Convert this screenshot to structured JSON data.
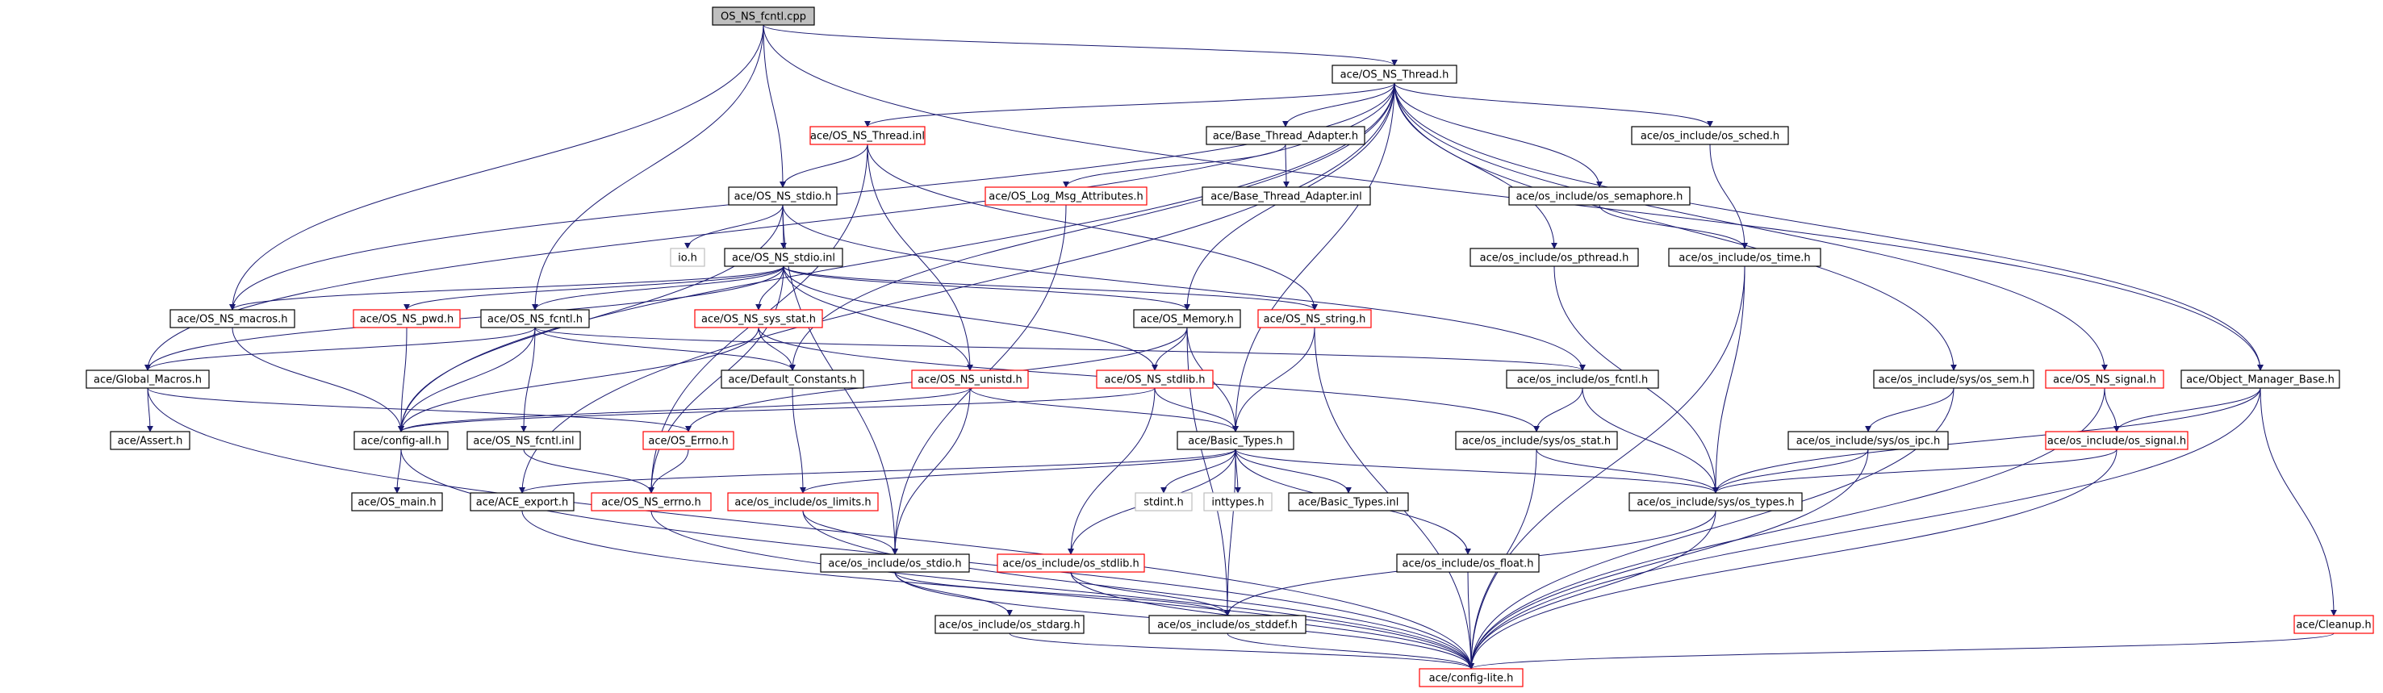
{
  "title": "OS_NS_fcntl.cpp",
  "colors": {
    "edge": "#191970",
    "node_border": "#000000",
    "node_border_unresolved": "#ff0000",
    "node_border_system": "#bfbfbf",
    "root_fill": "#bfbfbf"
  },
  "nodes": [
    {
      "id": "root",
      "label": "OS_NS_fcntl.cpp",
      "kind": "root"
    },
    {
      "id": "osnsthread_h",
      "label": "ace/OS_NS_Thread.h",
      "kind": "normal"
    },
    {
      "id": "osnsthread_inl",
      "label": "ace/OS_NS_Thread.inl",
      "kind": "red"
    },
    {
      "id": "basethreadadapter_h",
      "label": "ace/Base_Thread_Adapter.h",
      "kind": "normal"
    },
    {
      "id": "ossched_h",
      "label": "ace/os_include/os_sched.h",
      "kind": "normal"
    },
    {
      "id": "oslogmsg_h",
      "label": "ace/OS_Log_Msg_Attributes.h",
      "kind": "red"
    },
    {
      "id": "basethreadadapter_inl",
      "label": "ace/Base_Thread_Adapter.inl",
      "kind": "normal"
    },
    {
      "id": "ossemaphore_h",
      "label": "ace/os_include/os_semaphore.h",
      "kind": "normal"
    },
    {
      "id": "osnsstdio_h",
      "label": "ace/OS_NS_stdio.h",
      "kind": "normal"
    },
    {
      "id": "io_h",
      "label": "io.h",
      "kind": "gray"
    },
    {
      "id": "osnsstdio_inl",
      "label": "ace/OS_NS_stdio.inl",
      "kind": "normal"
    },
    {
      "id": "ospthread_h",
      "label": "ace/os_include/os_pthread.h",
      "kind": "normal"
    },
    {
      "id": "ostime_h",
      "label": "ace/os_include/os_time.h",
      "kind": "normal"
    },
    {
      "id": "osnsmacros_h",
      "label": "ace/OS_NS_macros.h",
      "kind": "normal"
    },
    {
      "id": "osnspwd_h",
      "label": "ace/OS_NS_pwd.h",
      "kind": "red"
    },
    {
      "id": "osnsfcntl_h",
      "label": "ace/OS_NS_fcntl.h",
      "kind": "normal"
    },
    {
      "id": "osnssysstat_h",
      "label": "ace/OS_NS_sys_stat.h",
      "kind": "red"
    },
    {
      "id": "osmemory_h",
      "label": "ace/OS_Memory.h",
      "kind": "normal"
    },
    {
      "id": "osnsstring_h",
      "label": "ace/OS_NS_string.h",
      "kind": "red"
    },
    {
      "id": "globalmacros_h",
      "label": "ace/Global_Macros.h",
      "kind": "normal"
    },
    {
      "id": "defaultconstants_h",
      "label": "ace/Default_Constants.h",
      "kind": "normal"
    },
    {
      "id": "osnsunistd_h",
      "label": "ace/OS_NS_unistd.h",
      "kind": "red"
    },
    {
      "id": "osnsstdlib_h",
      "label": "ace/OS_NS_stdlib.h",
      "kind": "red"
    },
    {
      "id": "osfcntl_h",
      "label": "ace/os_include/os_fcntl.h",
      "kind": "normal"
    },
    {
      "id": "ossem_h",
      "label": "ace/os_include/sys/os_sem.h",
      "kind": "normal"
    },
    {
      "id": "osnssignal_h",
      "label": "ace/OS_NS_signal.h",
      "kind": "red"
    },
    {
      "id": "objmgrbase_h",
      "label": "ace/Object_Manager_Base.h",
      "kind": "normal"
    },
    {
      "id": "assert_h",
      "label": "ace/Assert.h",
      "kind": "normal"
    },
    {
      "id": "configall_h",
      "label": "ace/config-all.h",
      "kind": "normal"
    },
    {
      "id": "osnsfcntl_inl",
      "label": "ace/OS_NS_fcntl.inl",
      "kind": "normal"
    },
    {
      "id": "oserrno_h",
      "label": "ace/OS_Errno.h",
      "kind": "red"
    },
    {
      "id": "basictypes_h",
      "label": "ace/Basic_Types.h",
      "kind": "normal"
    },
    {
      "id": "sysstat_h",
      "label": "ace/os_include/sys/os_stat.h",
      "kind": "normal"
    },
    {
      "id": "sysipc_h",
      "label": "ace/os_include/sys/os_ipc.h",
      "kind": "normal"
    },
    {
      "id": "ossignal_h",
      "label": "ace/os_include/os_signal.h",
      "kind": "red"
    },
    {
      "id": "osmain_h",
      "label": "ace/OS_main.h",
      "kind": "normal"
    },
    {
      "id": "aceexport_h",
      "label": "ace/ACE_export.h",
      "kind": "normal"
    },
    {
      "id": "osnserrno_h",
      "label": "ace/OS_NS_errno.h",
      "kind": "red"
    },
    {
      "id": "oslimits_h",
      "label": "ace/os_include/os_limits.h",
      "kind": "red"
    },
    {
      "id": "stdint_h",
      "label": "stdint.h",
      "kind": "gray"
    },
    {
      "id": "inttypes_h",
      "label": "inttypes.h",
      "kind": "gray"
    },
    {
      "id": "basictypes_inl",
      "label": "ace/Basic_Types.inl",
      "kind": "normal"
    },
    {
      "id": "systypes_h",
      "label": "ace/os_include/sys/os_types.h",
      "kind": "normal"
    },
    {
      "id": "osstdio_h",
      "label": "ace/os_include/os_stdio.h",
      "kind": "normal"
    },
    {
      "id": "osstdlib_h",
      "label": "ace/os_include/os_stdlib.h",
      "kind": "red"
    },
    {
      "id": "osfloat_h",
      "label": "ace/os_include/os_float.h",
      "kind": "normal"
    },
    {
      "id": "osstdarg_h",
      "label": "ace/os_include/os_stdarg.h",
      "kind": "normal"
    },
    {
      "id": "osstddef_h",
      "label": "ace/os_include/os_stddef.h",
      "kind": "normal"
    },
    {
      "id": "cleanup_h",
      "label": "ace/Cleanup.h",
      "kind": "red"
    },
    {
      "id": "configlite_h",
      "label": "ace/config-lite.h",
      "kind": "red"
    }
  ],
  "edges": [
    [
      "root",
      "osnsthread_h"
    ],
    [
      "root",
      "osnsstdio_h"
    ],
    [
      "root",
      "osnsmacros_h"
    ],
    [
      "root",
      "osnsfcntl_h"
    ],
    [
      "root",
      "objmgrbase_h"
    ],
    [
      "osnsthread_h",
      "osnsthread_inl"
    ],
    [
      "osnsthread_h",
      "basethreadadapter_h"
    ],
    [
      "osnsthread_h",
      "ossched_h"
    ],
    [
      "osnsthread_h",
      "ossemaphore_h"
    ],
    [
      "osnsthread_h",
      "ospthread_h"
    ],
    [
      "osnsthread_h",
      "osmemory_h"
    ],
    [
      "osnsthread_h",
      "defaultconstants_h"
    ],
    [
      "osnsthread_h",
      "ossem_h"
    ],
    [
      "osnsthread_h",
      "osnssignal_h"
    ],
    [
      "osnsthread_h",
      "objmgrbase_h"
    ],
    [
      "osnsthread_h",
      "globalmacros_h"
    ],
    [
      "osnsthread_h",
      "configall_h"
    ],
    [
      "osnsthread_h",
      "basictypes_h"
    ],
    [
      "osnsthread_h",
      "aceexport_h"
    ],
    [
      "osnsthread_h",
      "osnsmacros_h"
    ],
    [
      "osnsthread_inl",
      "osnsstdio_h"
    ],
    [
      "osnsthread_inl",
      "osnsstring_h"
    ],
    [
      "osnsthread_inl",
      "osnsunistd_h"
    ],
    [
      "osnsthread_inl",
      "osnserrno_h"
    ],
    [
      "basethreadadapter_h",
      "oslogmsg_h"
    ],
    [
      "basethreadadapter_h",
      "basethreadadapter_inl"
    ],
    [
      "ossched_h",
      "ostime_h"
    ],
    [
      "ossemaphore_h",
      "ostime_h"
    ],
    [
      "ospthread_h",
      "systypes_h"
    ],
    [
      "ostime_h",
      "systypes_h"
    ],
    [
      "ostime_h",
      "configlite_h"
    ],
    [
      "oslogmsg_h",
      "osstdio_h"
    ],
    [
      "osnsstdio_h",
      "io_h"
    ],
    [
      "osnsstdio_h",
      "osnsstdio_inl"
    ],
    [
      "osnsstdio_h",
      "configall_h"
    ],
    [
      "osnsstdio_h",
      "osstdio_h"
    ],
    [
      "osnsstdio_h",
      "osfcntl_h"
    ],
    [
      "osnsstdio_inl",
      "osnsmacros_h"
    ],
    [
      "osnsstdio_inl",
      "osnspwd_h"
    ],
    [
      "osnsstdio_inl",
      "osnsfcntl_h"
    ],
    [
      "osnsstdio_inl",
      "osnssysstat_h"
    ],
    [
      "osnsstdio_inl",
      "osmemory_h"
    ],
    [
      "osnsstdio_inl",
      "osnsstring_h"
    ],
    [
      "osnsstdio_inl",
      "osnsunistd_h"
    ],
    [
      "osnsstdio_inl",
      "osnsstdlib_h"
    ],
    [
      "osnsstdio_inl",
      "osnserrno_h"
    ],
    [
      "osnsstdio_inl",
      "globalmacros_h"
    ],
    [
      "osnsmacros_h",
      "configall_h"
    ],
    [
      "osnspwd_h",
      "configall_h"
    ],
    [
      "osnsfcntl_h",
      "configall_h"
    ],
    [
      "osnsfcntl_h",
      "osnsfcntl_inl"
    ],
    [
      "osnsfcntl_h",
      "osfcntl_h"
    ],
    [
      "osnsfcntl_h",
      "defaultconstants_h"
    ],
    [
      "osnsfcntl_h",
      "globalmacros_h"
    ],
    [
      "osnssysstat_h",
      "defaultconstants_h"
    ],
    [
      "osnssysstat_h",
      "sysstat_h"
    ],
    [
      "osnssysstat_h",
      "configall_h"
    ],
    [
      "osmemory_h",
      "basictypes_h"
    ],
    [
      "osmemory_h",
      "osnsstdlib_h"
    ],
    [
      "osmemory_h",
      "oserrno_h"
    ],
    [
      "osmemory_h",
      "osstddef_h"
    ],
    [
      "osnsstring_h",
      "basictypes_h"
    ],
    [
      "osnsstring_h",
      "configlite_h"
    ],
    [
      "globalmacros_h",
      "assert_h"
    ],
    [
      "globalmacros_h",
      "oserrno_h"
    ],
    [
      "globalmacros_h",
      "configlite_h"
    ],
    [
      "defaultconstants_h",
      "oslimits_h"
    ],
    [
      "osnsunistd_h",
      "configall_h"
    ],
    [
      "osnsunistd_h",
      "basictypes_h"
    ],
    [
      "osnsunistd_h",
      "osstdio_h"
    ],
    [
      "osnsstdlib_h",
      "basictypes_h"
    ],
    [
      "osnsstdlib_h",
      "osstdlib_h"
    ],
    [
      "osnsstdlib_h",
      "configall_h"
    ],
    [
      "osfcntl_h",
      "sysstat_h"
    ],
    [
      "osfcntl_h",
      "systypes_h"
    ],
    [
      "ossem_h",
      "sysipc_h"
    ],
    [
      "ossem_h",
      "configlite_h"
    ],
    [
      "osnssignal_h",
      "ossignal_h"
    ],
    [
      "osnssignal_h",
      "configlite_h"
    ],
    [
      "objmgrbase_h",
      "ossignal_h"
    ],
    [
      "objmgrbase_h",
      "cleanup_h"
    ],
    [
      "objmgrbase_h",
      "systypes_h"
    ],
    [
      "objmgrbase_h",
      "configlite_h"
    ],
    [
      "configall_h",
      "osmain_h"
    ],
    [
      "configall_h",
      "configlite_h"
    ],
    [
      "osnsfcntl_inl",
      "osnserrno_h"
    ],
    [
      "oserrno_h",
      "osnserrno_h"
    ],
    [
      "basictypes_h",
      "aceexport_h"
    ],
    [
      "basictypes_h",
      "oslimits_h"
    ],
    [
      "basictypes_h",
      "stdint_h"
    ],
    [
      "basictypes_h",
      "inttypes_h"
    ],
    [
      "basictypes_h",
      "basictypes_inl"
    ],
    [
      "basictypes_h",
      "systypes_h"
    ],
    [
      "basictypes_h",
      "osfloat_h"
    ],
    [
      "basictypes_h",
      "osstddef_h"
    ],
    [
      "basictypes_h",
      "osstdlib_h"
    ],
    [
      "sysstat_h",
      "systypes_h"
    ],
    [
      "sysstat_h",
      "configlite_h"
    ],
    [
      "sysipc_h",
      "systypes_h"
    ],
    [
      "sysipc_h",
      "configlite_h"
    ],
    [
      "ossignal_h",
      "systypes_h"
    ],
    [
      "ossignal_h",
      "configlite_h"
    ],
    [
      "aceexport_h",
      "configlite_h"
    ],
    [
      "osnserrno_h",
      "configlite_h"
    ],
    [
      "oslimits_h",
      "osstdio_h"
    ],
    [
      "oslimits_h",
      "configlite_h"
    ],
    [
      "systypes_h",
      "osstddef_h"
    ],
    [
      "systypes_h",
      "configlite_h"
    ],
    [
      "osstdio_h",
      "osstdarg_h"
    ],
    [
      "osstdio_h",
      "osstddef_h"
    ],
    [
      "osstdio_h",
      "configlite_h"
    ],
    [
      "osstdlib_h",
      "osstddef_h"
    ],
    [
      "osstdlib_h",
      "configlite_h"
    ],
    [
      "osfloat_h",
      "configlite_h"
    ],
    [
      "osstdarg_h",
      "configlite_h"
    ],
    [
      "osstddef_h",
      "configlite_h"
    ],
    [
      "cleanup_h",
      "configlite_h"
    ]
  ]
}
